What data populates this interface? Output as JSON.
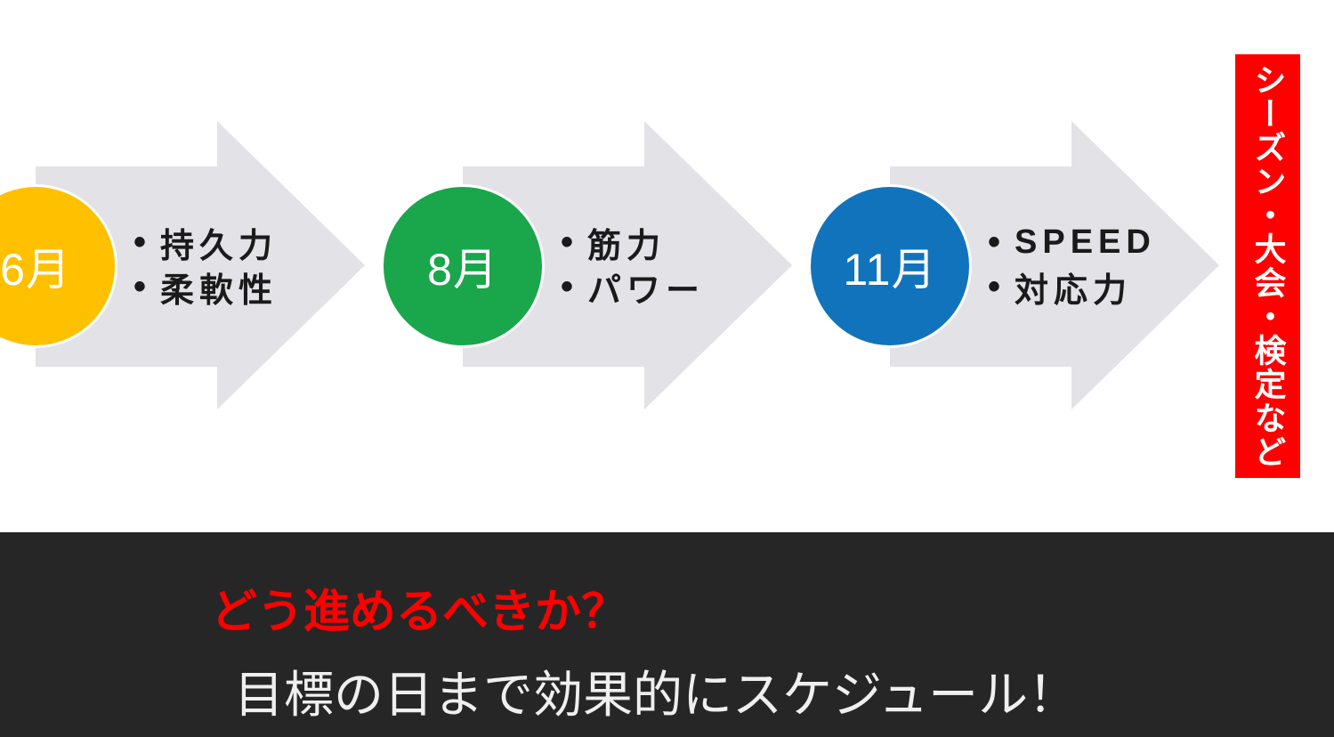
{
  "slide": {
    "background": "#FFFFFF",
    "process": {
      "arrow_color": "#E2E2E7",
      "steps": [
        {
          "month": "6月",
          "circle_color": "#FFC000",
          "bullets": [
            "持久力",
            "柔軟性"
          ]
        },
        {
          "month": "8月",
          "circle_color": "#1AA64B",
          "bullets": [
            "筋力",
            "パワー"
          ]
        },
        {
          "month": "11月",
          "circle_color": "#1173BC",
          "bullets": [
            "SPEED",
            "対応力"
          ]
        }
      ]
    },
    "goal_banner": {
      "text": "シーズン・大会・検定など",
      "background": "#FF0000",
      "text_color": "#FFFFFF"
    },
    "footer": {
      "background": "#262626",
      "question": {
        "text": "どう進めるべきか？",
        "color": "#FF0000"
      },
      "statement": {
        "text": "目標の日まで効果的にスケジュール！",
        "color": "#EFEFEF"
      }
    }
  }
}
